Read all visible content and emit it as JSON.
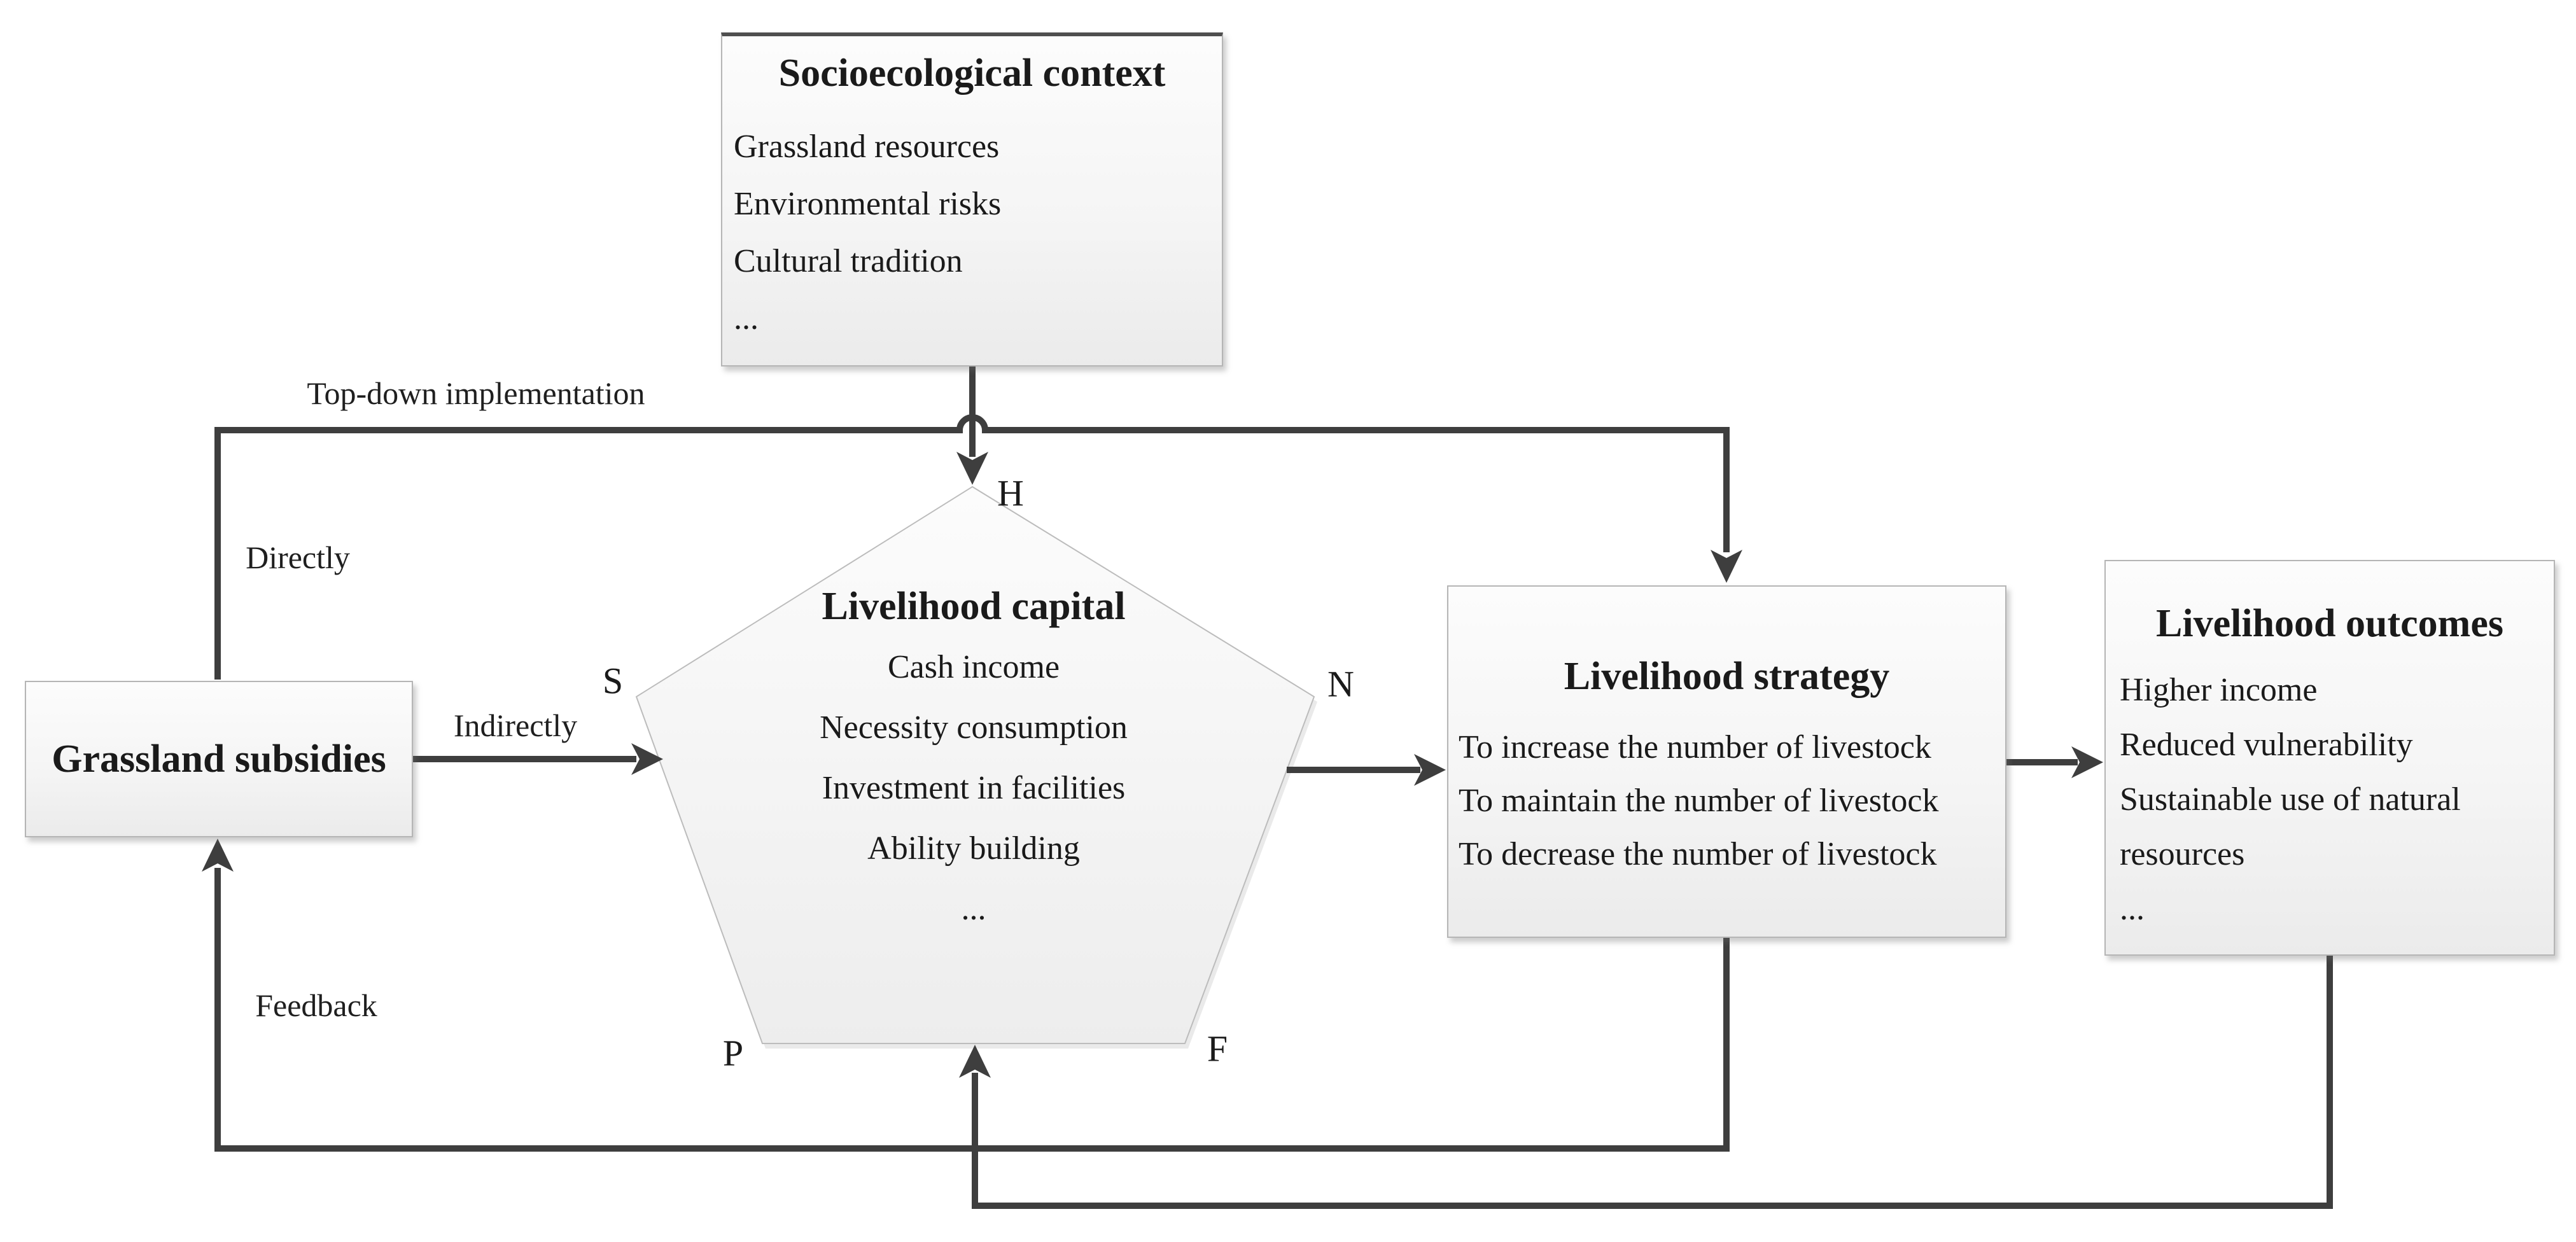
{
  "context_box": {
    "title": "Socioecological context",
    "items": [
      "Grassland resources",
      "Environmental risks",
      "Cultural tradition",
      "..."
    ]
  },
  "subsidies_box": {
    "title": "Grassland subsidies"
  },
  "capital_pentagon": {
    "title": "Livelihood capital",
    "items": [
      "Cash income",
      "Necessity consumption",
      "Investment in facilities",
      "Ability building",
      "..."
    ],
    "vertices": {
      "top": "H",
      "left": "S",
      "right": "N",
      "bottom_left": "P",
      "bottom_right": "F"
    }
  },
  "strategy_box": {
    "title": "Livelihood strategy",
    "items": [
      "To increase the number of livestock",
      "To maintain the number of livestock",
      "To decrease the number of livestock"
    ]
  },
  "outcomes_box": {
    "title": "Livelihood outcomes",
    "items": [
      "Higher income",
      "Reduced vulnerability",
      "Sustainable use of natural resources",
      "..."
    ]
  },
  "edge_labels": {
    "top_down": "Top-down implementation",
    "directly": "Directly",
    "indirectly": "Indirectly",
    "feedback": "Feedback"
  },
  "colors": {
    "line": "#3e3e3e",
    "text": "#1a1a1a",
    "box_fill": "#f3f3f3",
    "box_border": "#b5b5b5",
    "context_top_border": "#4f4f4f",
    "pentagon_border": "#bcbcbc"
  }
}
